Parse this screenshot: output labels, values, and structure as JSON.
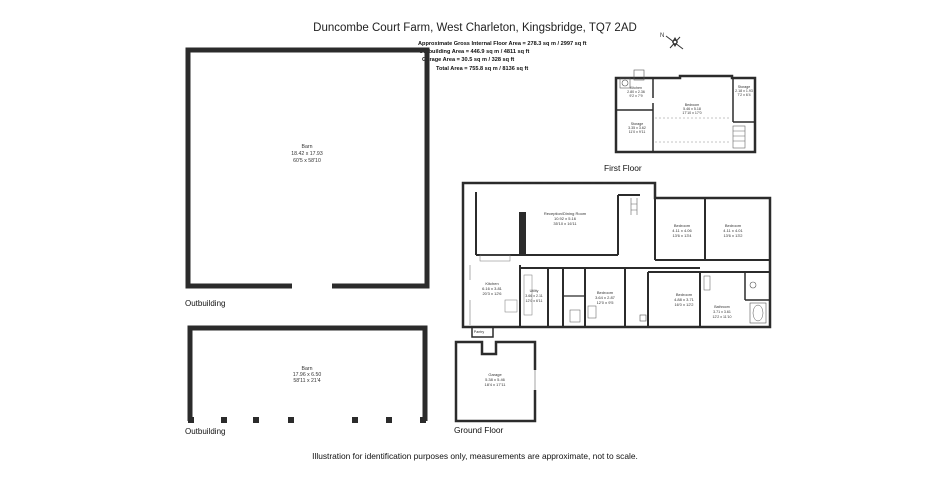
{
  "title": "Duncombe Court Farm, West Charleton, Kingsbridge, TQ7 2AD",
  "areas": [
    "Approximate Gross Internal Floor Area  = 278.3 sq m  / 2997 sq ft",
    "Outbuilding Area = 446.9 sq m  / 4811 sq ft",
    "Garage Area = 30.5 sq m  / 328 sq ft",
    "Total Area = 755.8 sq m  / 8136 sq ft"
  ],
  "compass": "N",
  "labels": {
    "outbuilding_1": "Outbuilding",
    "outbuilding_2": "Outbuilding",
    "ground_floor": "Ground Floor",
    "first_floor": "First Floor"
  },
  "rooms": {
    "barn1": [
      "Barn",
      "18.42 x 17.93",
      "60'5 x 58'10"
    ],
    "barn2": [
      "Barn",
      "17.96 x 6.50",
      "58'11 x 21'4"
    ],
    "reception": [
      "Reception/Dining Room",
      "10.92 x 5.16",
      "35'10 x 16'11"
    ],
    "kitchen": [
      "Kitchen",
      "6.16 x 3.81",
      "20'3 x 12'6"
    ],
    "utility": [
      "Utility",
      "3.66 x 2.11",
      "12'0 x 6'11"
    ],
    "bedroom_gf": [
      "Bedroom",
      "3.64 x 2.87",
      "12'0 x 9'5"
    ],
    "bedroom_a": [
      "Bedroom",
      "4.11 x 4.06",
      "13'6 x 13'4"
    ],
    "bedroom_b": [
      "Bedroom",
      "4.11 x 4.01",
      "13'6 x 13'2"
    ],
    "bedroom_c": [
      "Bedroom",
      "4.88 x 3.71",
      "16'0 x 12'2"
    ],
    "bathroom": [
      "Bathroom",
      "3.71 x 3.61",
      "12'2 x 11'10"
    ],
    "garage": [
      "Garage",
      "5.38 x 5.46",
      "18'4 x 17'11"
    ],
    "pantry": [
      "Pantry"
    ],
    "ff_kitchen": [
      "Kitchen",
      "2.80 x 2.36",
      "9'2 x 7'9"
    ],
    "ff_bedroom": [
      "Bedroom",
      "5.46 x 5.18",
      "17'10 x 17'0"
    ],
    "ff_storage_1": [
      "Storage",
      "3.35 x 3.62",
      "11'0 x 9'11"
    ],
    "ff_storage_2": [
      "Storage",
      "2.18 x 1.93",
      "7'2 x 6'4"
    ]
  },
  "footer": "Illustration for identification purposes only, measurements are approximate, not to scale."
}
